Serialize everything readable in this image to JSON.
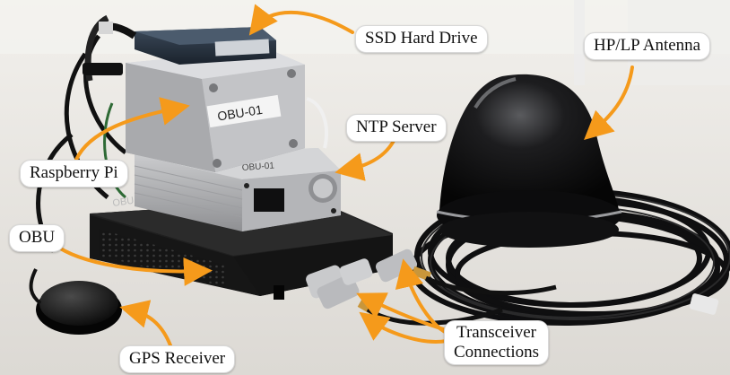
{
  "labels": {
    "ssd": "SSD Hard Drive",
    "antenna": "HP/LP Antenna",
    "ntp": "NTP Server",
    "raspberry": "Raspberry Pi",
    "obu": "OBU",
    "gps": "GPS Receiver",
    "transceiver_line1": "Transceiver",
    "transceiver_line2": "Connections"
  },
  "printed_marks": {
    "obu_tag": "OBU-01",
    "ntp_tag": "OBU-01"
  },
  "colors": {
    "callout_arrow": "#f59a1b",
    "label_background": "#ffffff",
    "enclosure_black": "#1a1a1a",
    "aluminium": "#b9babd",
    "antenna_black": "#0d0d0e"
  }
}
